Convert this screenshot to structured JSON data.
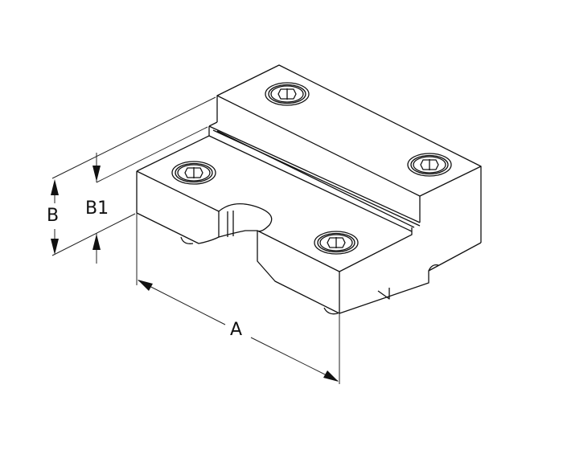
{
  "drawing": {
    "dimensions": [
      {
        "id": "A",
        "label": "A"
      },
      {
        "id": "B",
        "label": "B"
      },
      {
        "id": "B1",
        "label": "B1"
      }
    ]
  }
}
